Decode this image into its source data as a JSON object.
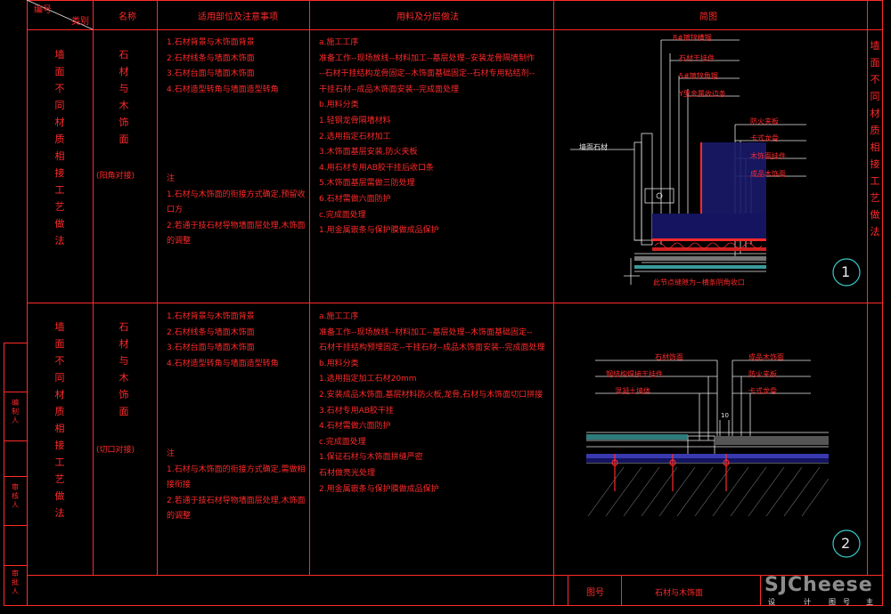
{
  "header": {
    "no": "编号",
    "category": "类别",
    "name": "名称",
    "scope": "适用部位及注意事项",
    "process": "用料及分层做法",
    "diagram": "简图"
  },
  "side_title": "墙面不同材质相接工艺做法",
  "left_title_strip": [
    "编制人",
    "审核人",
    "审批人"
  ],
  "rows": [
    {
      "category": "墙面不同材质相接工艺做法",
      "name": "石材与木饰面",
      "name_sub": "(阳角对接)",
      "scope_lines": [
        "1.石材背景与木饰面背景",
        "2.石材线条与墙面木饰面",
        "3.石材台面与墙面木饰面",
        "4.石材造型转角与墙面造型转角"
      ],
      "note_lines": [
        "注",
        "1.石材与木饰面的衔接方式确定,预留收",
        "口方",
        "2.若通于技石材导物墙面层处理,木饰面",
        "的调整"
      ],
      "process_lines": [
        "a.施工工序",
        "准备工作--现场放线--材料加工--基层处理--安装龙骨隔墙制作",
        "--石材干挂结构龙骨固定--木饰面基础固定--石材专用粘结剂--",
        "干挂石材--成品木饰面安装--完成面处理",
        "b.用料分类",
        "1.轻钢龙骨隔墙材料",
        "2.选用指定石材加工",
        "3.木饰面基层安装,防火夹板",
        "4.用石材专用AB胶干挂后收口条",
        "5.木饰面基层需做三防处理",
        "6.石材需做六面防护",
        "c.完成面处理",
        "1.用金属嵌条与保护膜做成品保护"
      ],
      "diagram_labels_left": [
        "8#镀锌槽钢",
        "石材干挂件",
        "5#镀锌角钢",
        "Y型金属收边条"
      ],
      "diagram_labels_right": [
        "防火夹板",
        "卡式龙骨",
        "木饰面挂件",
        "成品木饰面"
      ],
      "diagram_label_stone": "墙面石材",
      "diagram_caption": "此节点缝隙为~横条阴角收口",
      "number": "1"
    },
    {
      "category": "墙面不同材质相接工艺做法",
      "name": "石材与木饰面",
      "name_sub": "(切口对接)",
      "scope_lines": [
        "1.石材背景与木饰面背景",
        "2.石材线条与墙面木饰面",
        "3.石材台面与墙面木饰面",
        "4.石材造型转角与墙面造型转角"
      ],
      "note_lines": [
        "注",
        "1.石材与木饰面的衔接方式确定,需做相",
        "接衔接",
        "2.若通于技石材导物墙面层处理,木饰面",
        "的调整"
      ],
      "process_lines": [
        "a.施工工序",
        "准备工作--现场放线--材料加工--基层处理--木饰面基础固定--",
        "石材干挂结构预埋固定--干挂石材--成品木饰面安装--完成面处理",
        "b.用料分类",
        "1.选用指定加工石材20mm",
        "2.安装成品木饰面,基层材料防火板,龙骨,石材与木饰面切口拼接",
        "3.石材专用AB胶干挂",
        "4.石材需做六面防护",
        "c.完成面处理",
        "1.保证石材与木饰面拼缝严密",
        "石材做亮光处理",
        "2.用金属嵌条与保护膜做成品保护"
      ],
      "diagram_labels_left": [
        "石材饰面",
        "钢结构焊接干挂件",
        "混凝土墙体"
      ],
      "diagram_labels_right": [
        "成品木饰面",
        "防火夹板",
        "卡式龙骨"
      ],
      "dim_label": "10",
      "number": "2"
    }
  ],
  "footer": {
    "drawing_no_label": "图号",
    "title": "石材与木饰面",
    "bottom_marks": [
      "设",
      "计",
      "图",
      "号",
      "主"
    ]
  },
  "watermark": "SJCheese"
}
